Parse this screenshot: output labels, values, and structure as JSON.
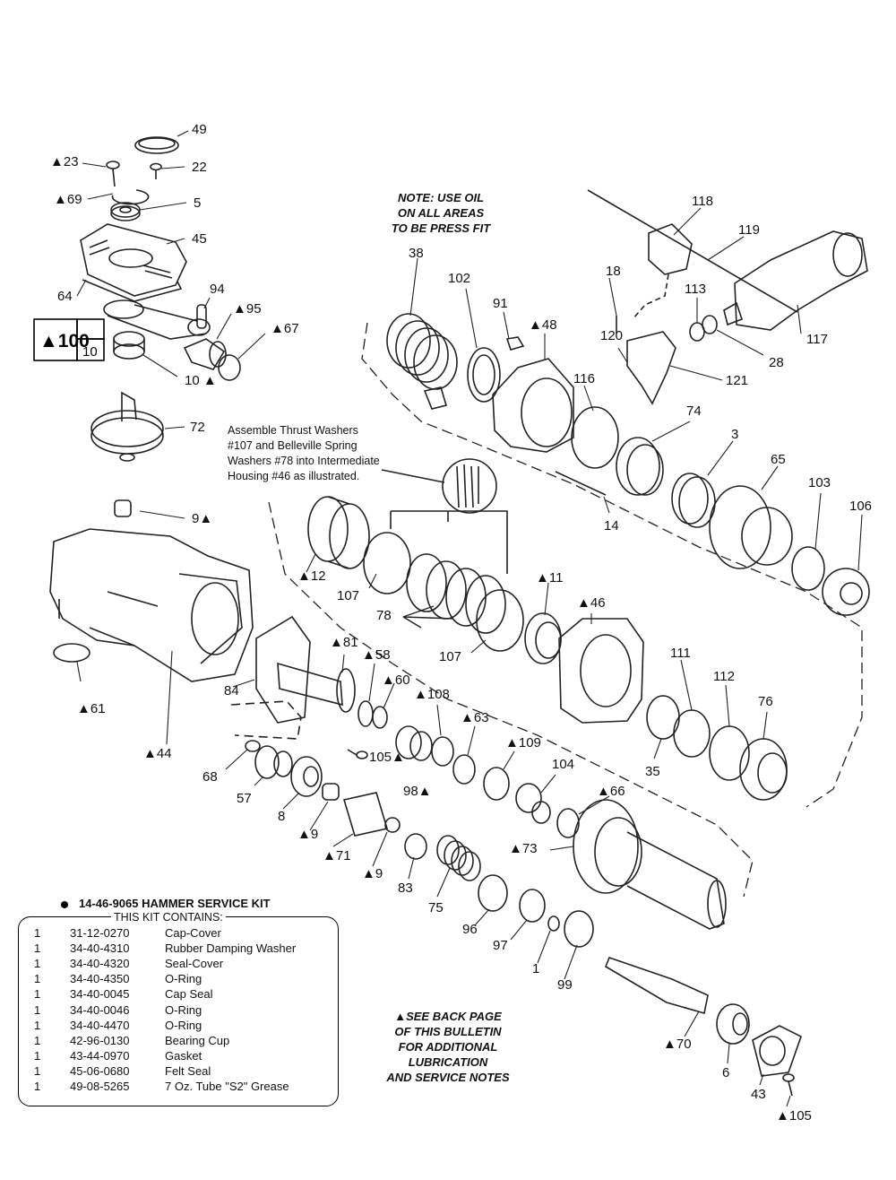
{
  "top_note": [
    "NOTE: USE OIL",
    "ON ALL AREAS",
    "TO BE PRESS FIT"
  ],
  "assemble_note": [
    "Assemble Thrust Washers",
    "#107 and Belleville Spring",
    "Washers #78 into Intermediate",
    "Housing #46 as illustrated."
  ],
  "kit": {
    "title": "14-46-9065 HAMMER SERVICE KIT",
    "contains_label": "THIS KIT CONTAINS:",
    "items": [
      {
        "qty": "1",
        "part": "31-12-0270",
        "desc": "Cap-Cover"
      },
      {
        "qty": "1",
        "part": "34-40-4310",
        "desc": "Rubber Damping Washer"
      },
      {
        "qty": "1",
        "part": "34-40-4320",
        "desc": "Seal-Cover"
      },
      {
        "qty": "1",
        "part": "34-40-4350",
        "desc": "O-Ring"
      },
      {
        "qty": "1",
        "part": "34-40-0045",
        "desc": "Cap Seal"
      },
      {
        "qty": "1",
        "part": "34-40-0046",
        "desc": "O-Ring"
      },
      {
        "qty": "1",
        "part": "34-40-4470",
        "desc": "O-Ring"
      },
      {
        "qty": "1",
        "part": "42-96-0130",
        "desc": "Bearing Cup"
      },
      {
        "qty": "1",
        "part": "43-44-0970",
        "desc": "Gasket"
      },
      {
        "qty": "1",
        "part": "45-06-0680",
        "desc": "Felt Seal"
      },
      {
        "qty": "1",
        "part": "49-08-5265",
        "desc": "7 Oz. Tube \"S2\" Grease"
      }
    ]
  },
  "back_note": [
    "▲SEE BACK PAGE",
    "OF THIS BULLETIN",
    "FOR ADDITIONAL",
    "LUBRICATION",
    "AND SERVICE NOTES"
  ],
  "ref_box": {
    "main": "▲100",
    "sub": "10"
  },
  "callouts": {
    "c49": "49",
    "c23": "▲23",
    "c22": "22",
    "c69": "▲69",
    "c5": "5",
    "c45": "45",
    "c64": "64",
    "c94": "94",
    "c95": "▲95",
    "c67": "▲67",
    "c10": "10 ▲",
    "c72": "72",
    "c9a": "9▲",
    "c61": "▲61",
    "c44": "▲44",
    "c84": "84",
    "c68": "68",
    "c57": "57",
    "c8": "8",
    "c9b": "▲9",
    "c71": "▲71",
    "c9c": "▲9",
    "c83": "83",
    "c75": "75",
    "c96": "96",
    "c97": "97",
    "c1": "1",
    "c99": "99",
    "c70": "▲70",
    "c6": "6",
    "c43": "43",
    "c105b": "▲105",
    "c38": "38",
    "c102": "102",
    "c91": "91",
    "c48": "▲48",
    "c118": "118",
    "c119": "119",
    "c117": "117",
    "c18": "18",
    "c113": "113",
    "c28": "28",
    "c120": "120",
    "c121": "121",
    "c116": "116",
    "c74": "74",
    "c3": "3",
    "c14": "14",
    "c65": "65",
    "c103": "103",
    "c106": "106",
    "c12": "▲12",
    "c107a": "107",
    "c78": "78",
    "c107b": "107",
    "c11": "▲11",
    "c46": "▲46",
    "c81": "▲81",
    "c58": "▲58",
    "c60": "▲60",
    "c105a": "105▲",
    "c98": "98▲",
    "c108": "▲108",
    "c63": "▲63",
    "c109": "▲109",
    "c104": "104",
    "c66": "▲66",
    "c73": "▲73",
    "c111": "111",
    "c112": "112",
    "c76": "76",
    "c35": "35"
  }
}
